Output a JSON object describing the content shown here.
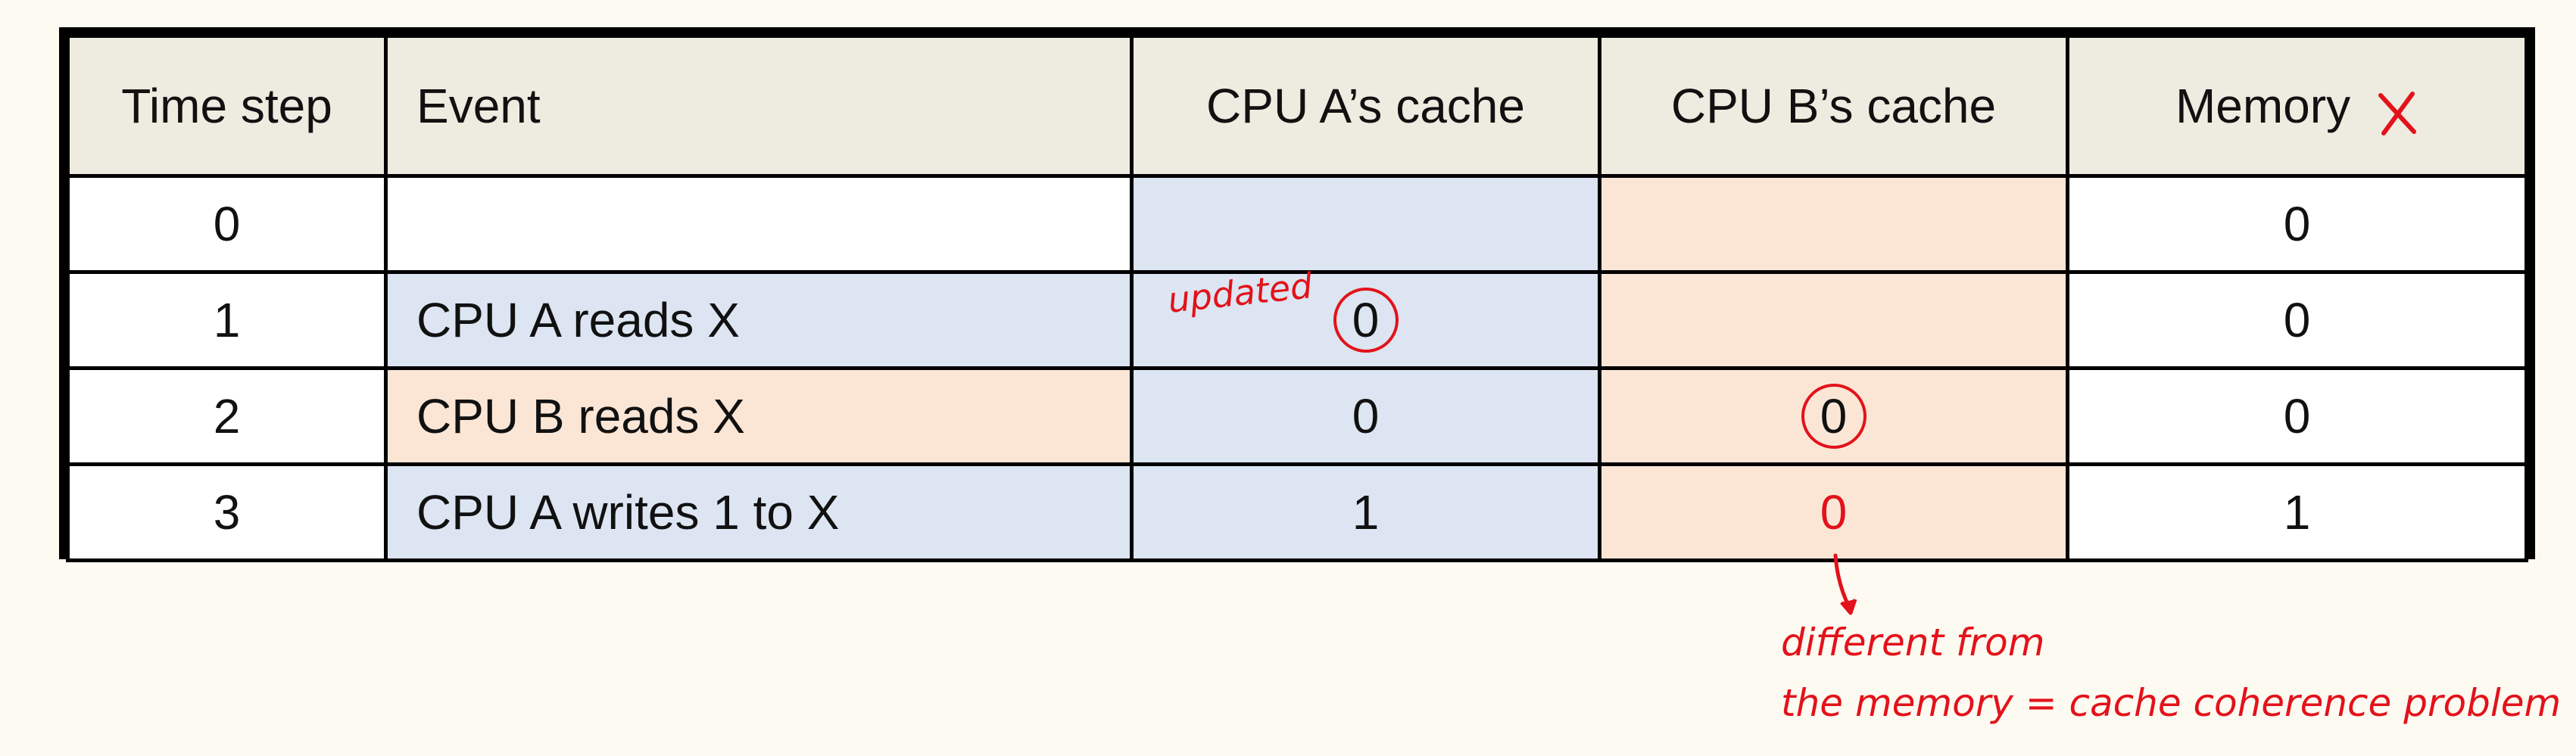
{
  "table": {
    "headers": [
      "Time step",
      "Event",
      "CPU A’s cache",
      "CPU B’s cache",
      "Memory"
    ],
    "rows": [
      {
        "step": "0",
        "event": "",
        "cpu_a": "",
        "cpu_b": "",
        "memory": "0"
      },
      {
        "step": "1",
        "event": "CPU A reads X",
        "cpu_a": "0",
        "cpu_b": "",
        "memory": "0"
      },
      {
        "step": "2",
        "event": "CPU B reads X",
        "cpu_a": "0",
        "cpu_b": "0",
        "memory": "0"
      },
      {
        "step": "3",
        "event": "CPU A writes 1 to X",
        "cpu_a": "1",
        "cpu_b": "0",
        "memory": "1"
      }
    ]
  },
  "annotations": {
    "updated": "updated",
    "note_line1": "different from",
    "note_line2": "the memory = cache coherence problem",
    "x_mark_icon": "x-mark-icon"
  },
  "colors": {
    "header_bg": "#eeebe0",
    "cpu_a_bg": "#dce5f1",
    "cpu_b_bg": "#fbe6d6",
    "annotation_red": "#e3121a"
  }
}
